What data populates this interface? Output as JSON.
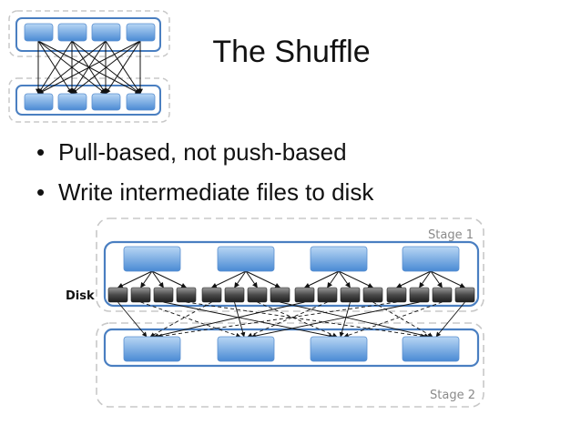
{
  "title": "The Shuffle",
  "bullets": [
    "Pull-based, not push-based",
    "Write intermediate files to disk"
  ],
  "diagram": {
    "disk_label": "Disk",
    "stage1_label": "Stage 1",
    "stage2_label": "Stage 2"
  },
  "colors": {
    "task_fill_top": "#a9cdf2",
    "task_fill_bottom": "#4f8fd6",
    "stage_border": "#4a7fc1",
    "dash": "#c8c8c8",
    "disk_dark": "#3a3a3a"
  }
}
